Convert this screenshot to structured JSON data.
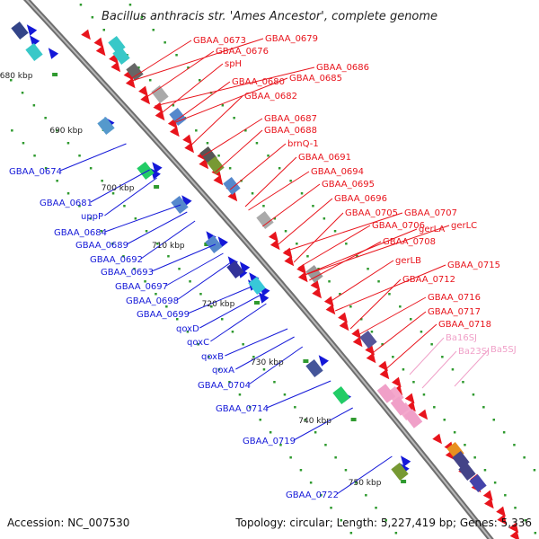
{
  "title": "Bacillus anthracis str. 'Ames Ancestor', complete genome",
  "footer": {
    "accession": "Accession: NC_007530",
    "summary": "Topology: circular; Length: 5,227,419 bp; Genes: 5,336"
  },
  "colors": {
    "forward": "#e8141c",
    "reverse": "#1418d8",
    "rna": "#f0a0c8",
    "backbone": "#8a8a8a",
    "tick": "#2f9a2f"
  },
  "kbp_ticks": [
    "680 kbp",
    "690 kbp",
    "700 kbp",
    "710 kbp",
    "720 kbp",
    "730 kbp",
    "740 kbp",
    "750 kbp"
  ],
  "labels_forward": [
    "GBAA_0673",
    "GBAA_0679",
    "GBAA_0676",
    "spH",
    "GBAA_0686",
    "GBAA_0680",
    "GBAA_0685",
    "GBAA_0682",
    "GBAA_0687",
    "GBAA_0688",
    "brnQ-1",
    "GBAA_0691",
    "GBAA_0694",
    "GBAA_0695",
    "GBAA_0696",
    "GBAA_0705",
    "GBAA_0707",
    "GBAA_0706",
    "gerLA",
    "gerLC",
    "GBAA_0708",
    "gerLB",
    "GBAA_0715",
    "GBAA_0712",
    "GBAA_0716",
    "GBAA_0717",
    "GBAA_0718"
  ],
  "labels_rna": [
    "Ba16SJ",
    "Ba23SJ",
    "Ba5SJ"
  ],
  "labels_reverse": [
    "GBAA_0674",
    "GBAA_0681",
    "uppP",
    "GBAA_0684",
    "GBAA_0689",
    "GBAA_0692",
    "GBAA_0693",
    "GBAA_0697",
    "GBAA_0698",
    "GBAA_0699",
    "qoxD",
    "qoxC",
    "qoxB",
    "qoxA",
    "GBAA_0704",
    "GBAA_0714",
    "GBAA_0719",
    "GBAA_0722"
  ]
}
